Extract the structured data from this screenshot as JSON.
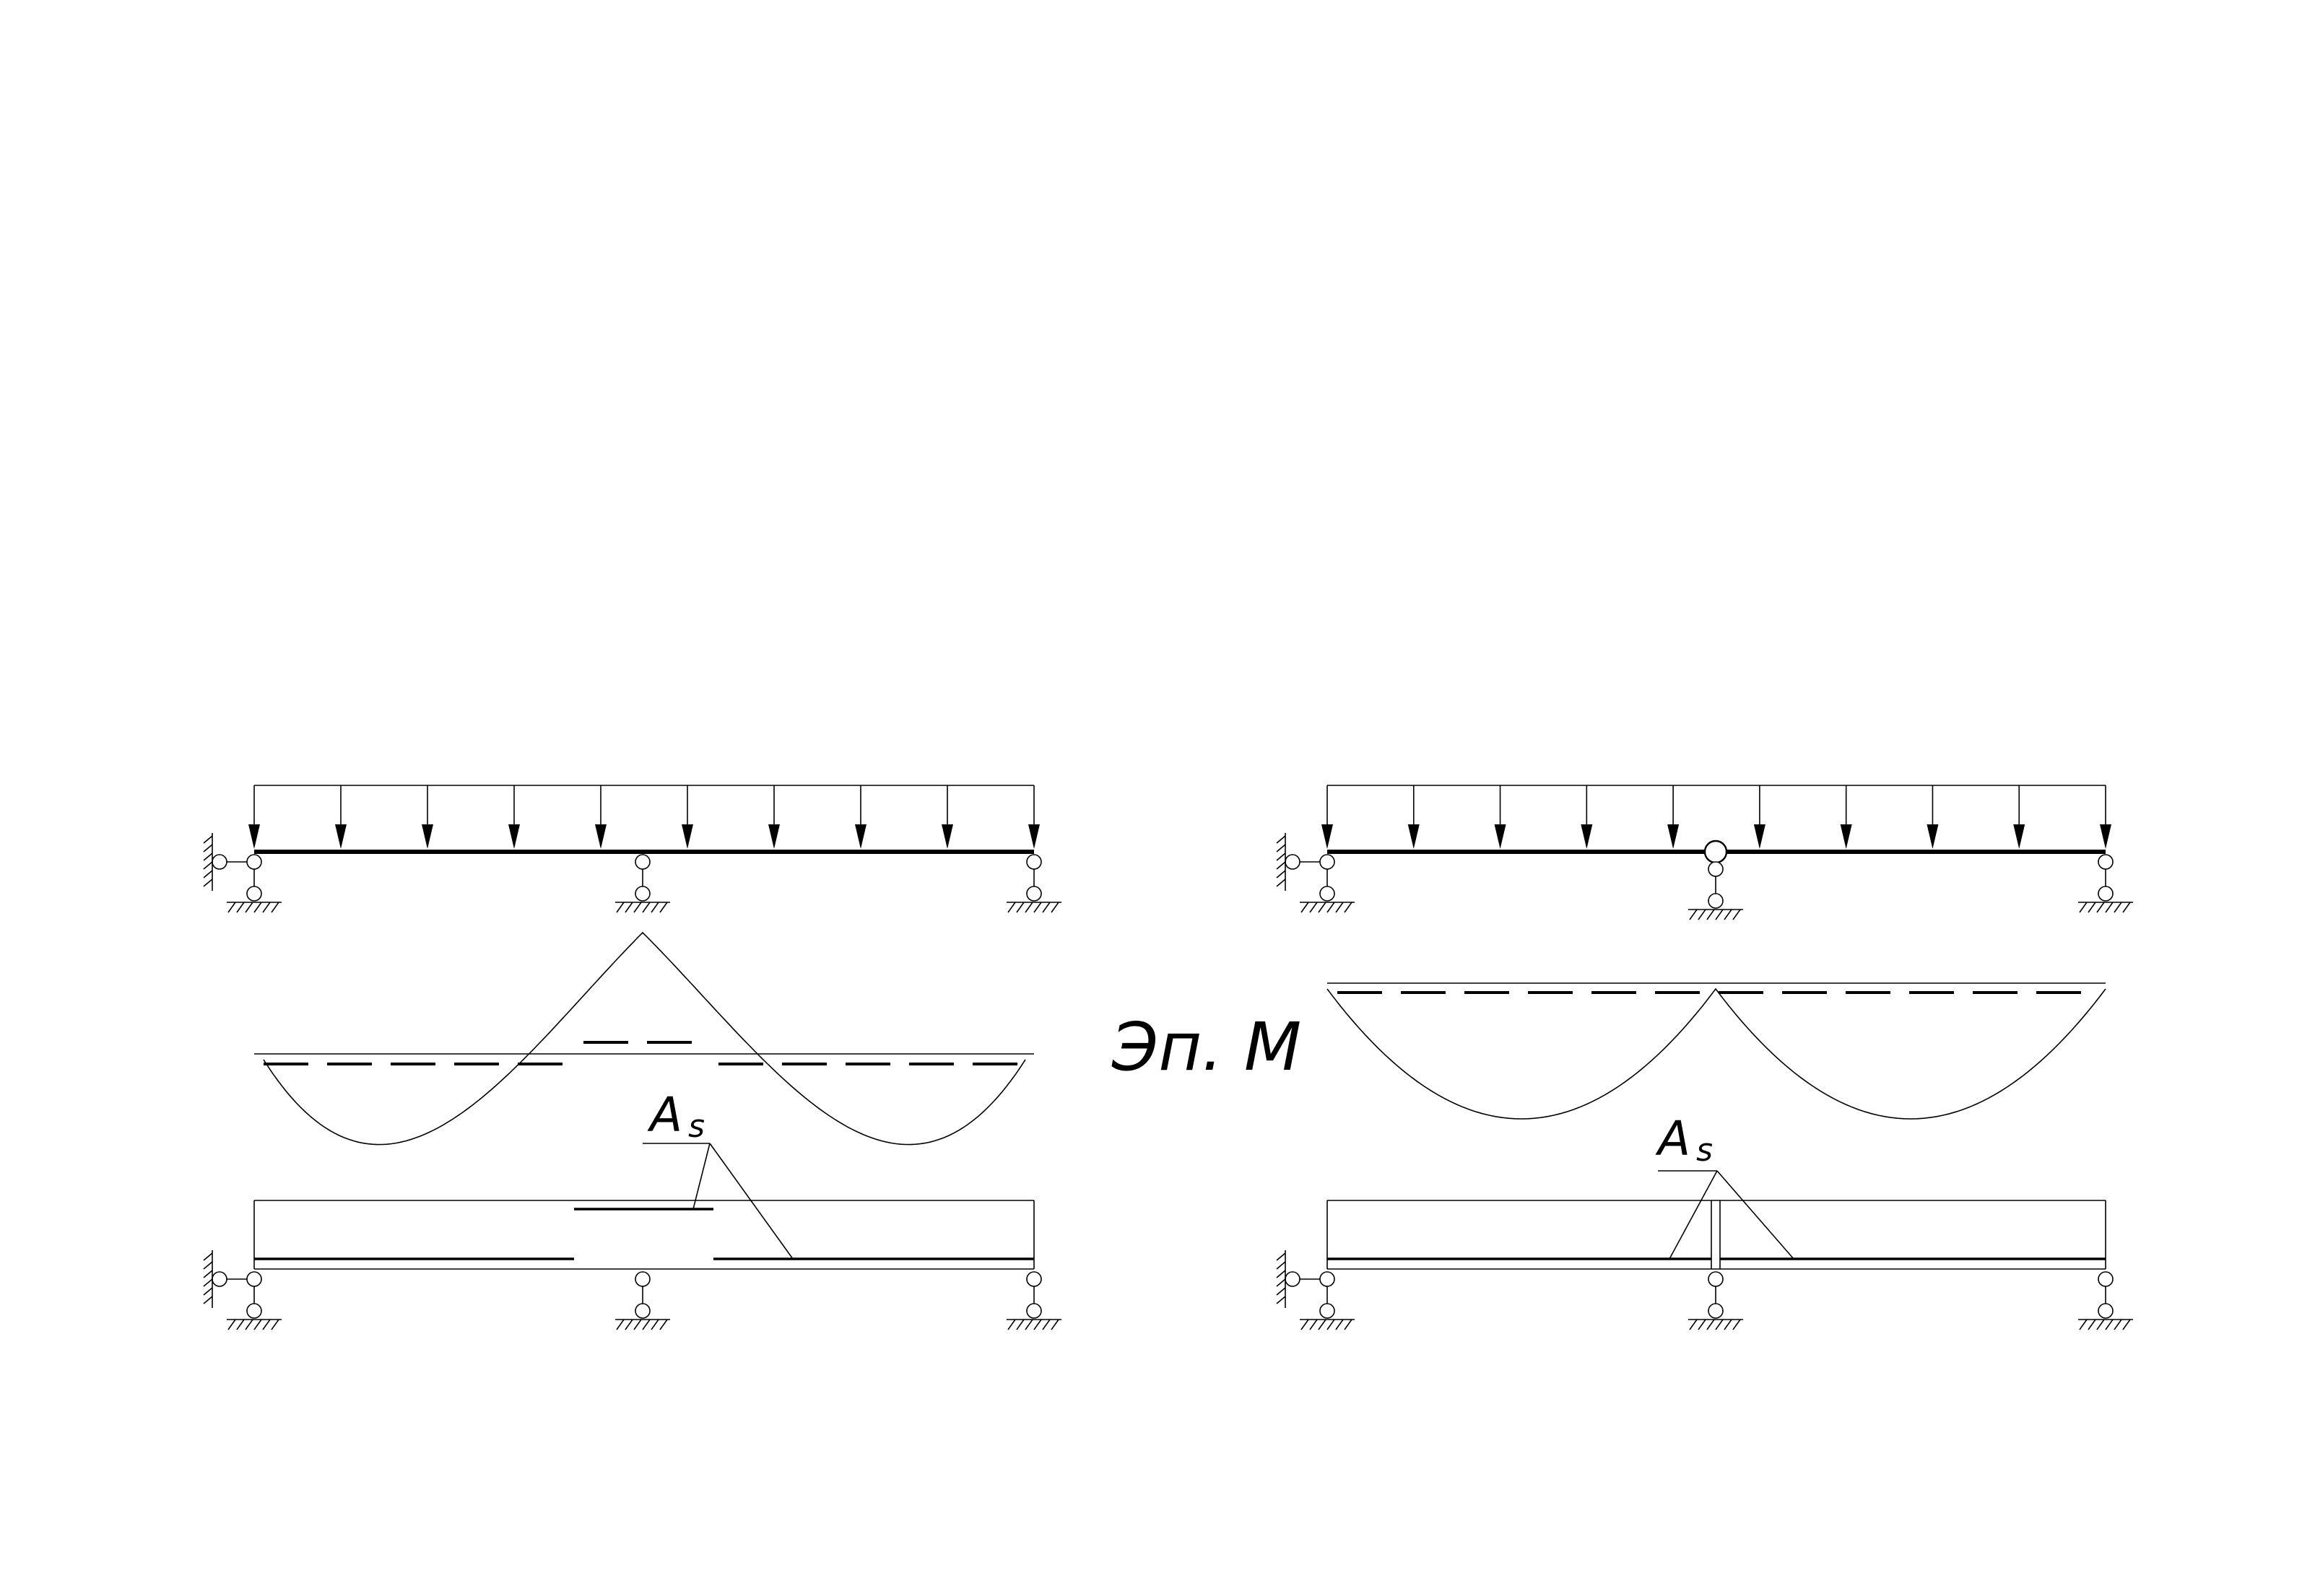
{
  "title": "Эп. М",
  "left_scheme": {
    "rebar_label_main": "A",
    "rebar_label_sub": "s"
  },
  "right_scheme": {
    "rebar_label_main": "A",
    "rebar_label_sub": "s"
  }
}
